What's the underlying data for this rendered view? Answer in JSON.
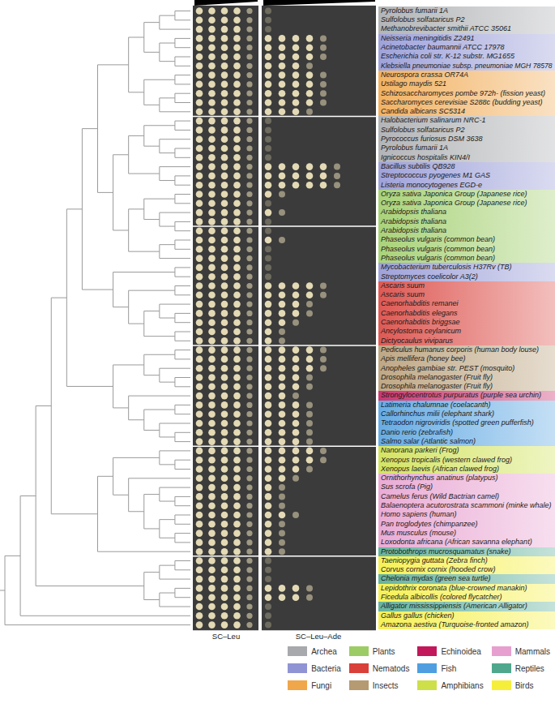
{
  "diagram": {
    "nodes": [
      {
        "text": [
          "Pyrolobus fumarii 1A",
          "Sulfolobus solfataricus P2",
          "Methanobrevibacter smithii ATCC 35061"
        ]
      },
      {
        "text": [
          "Neisseria meningitidis Z2491",
          "Acinetobacter baumannii ATCC 17978",
          "Escherichia coli str. K-12 substr. MG1655",
          "Klebsiella pneumoniae subsp. pneumoniae MGH 78578"
        ]
      },
      {
        "text": [
          "Neurospora crassa OR74A",
          "Ustilago maydis 521",
          "Schizosaccharomyces pombe 972h- (fission yeast)",
          "Saccharomyces cerevisiae S288c (budding yeast)",
          "Candida albicans SC5314"
        ]
      },
      {
        "text": [
          "Halobacterium salinarum NRC-1",
          "Sulfolobus solfataricus P2",
          "Pyrococcus furiosus DSM 3638",
          "Pyrolobus fumarii 1A",
          "Ignicoccus hospitalis KIN4/I"
        ]
      },
      {
        "text": [
          "Bacillus subtilis QB928",
          "Streptococcus pyogenes M1 GAS",
          "Listeria monocytogenes EGD-e"
        ]
      },
      {
        "text": [
          "Oryza sativa Japonica Group (Japanese rice)",
          "Oryza sativa Japonica Group (Japanese rice)",
          "Arabidopsis thaliana",
          "Arabidopsis thaliana",
          "Arabidopsis thaliana",
          "Phaseolus vulgaris (common bean)",
          "Phaseolus vulgaris (common bean)",
          "Phaseolus vulgaris (common bean)"
        ]
      },
      {
        "text": [
          "Mycobacterium tuberculosis H37Rv (TB)",
          "Streptomyces coelicolor A3(2)"
        ]
      },
      {
        "text": [
          "Ascaris suum",
          "Ascaris suum",
          "Caenorhabditis remanei",
          "Caenorhabditis elegans",
          "Caenorhabditis briggsae",
          "Ancylostoma ceylanicum",
          "Dictyocaulus viviparus"
        ]
      },
      {
        "text": [
          "Pediculus humanus corporis (human body louse)",
          "Apis mellifera (honey bee)",
          "Anopheles gambiae str. PEST (mosquito)",
          "Drosophila melanogaster (Fruit fly)",
          "Drosophila melanogaster (Fruit fly)"
        ]
      },
      {
        "text": [
          "Strongylocentrotus purpuratus (purple sea urchin)"
        ]
      },
      {
        "text": [
          "Latimeria chalumnae (coelacanth)",
          "Callorhinchus milii (elephant shark)",
          "Tetraodon nigroviridis (spotted green pufferfish)",
          "Danio rerio (zebrafish)",
          "Salmo salar (Atlantic salmon)"
        ]
      },
      {
        "text": [
          "Nanorana parkeri (Frog)",
          "Xenopus tropicalis (western clawed frog)",
          "Xenopus laevis (African clawed frog)"
        ]
      },
      {
        "text": [
          "Ornithorhynchus anatinus (platypus)",
          "Sus scrofa (Pig)",
          "Camelus ferus (Wild Bactrian camel)",
          "Balaenoptera acutorostrata scammoni (minke whale)",
          "Homo sapiens (human)",
          "Pan troglodytes (chimpanzee)",
          "Mus musculus (mouse)",
          "Loxodonta africana (African savanna elephant)"
        ]
      },
      {
        "text": [
          "Protobothrops mucrosquamatus (snake)"
        ]
      },
      {
        "text": [
          "Taeniopygia guttata (Zebra finch)",
          "Corvus cornix cornix (hooded crow)"
        ]
      },
      {
        "text": [
          "Chelonia mydas (green sea turtle)"
        ]
      },
      {
        "text": [
          "Lepidothrix coronata (blue-crowned manakin)",
          "Ficedula albicollis (colored flycatcher)"
        ]
      },
      {
        "text": [
          "Alligator mississippiensis (American Alligator)"
        ]
      },
      {
        "text": [
          "Gallus gallus (chicken)",
          "Amazona aestiva (Turquoise-fronted amazon)"
        ]
      }
    ],
    "labels": [
      "SC–Leu",
      "SC–Leu–Ade"
    ],
    "legend": [
      {
        "text": "Archea",
        "color": "#a7a9ac"
      },
      {
        "text": "Plants",
        "color": "#9ccc65"
      },
      {
        "text": "Echinoidea",
        "color": "#c2185b"
      },
      {
        "text": "Mammals",
        "color": "#e79fcf"
      },
      {
        "text": "Bacteria",
        "color": "#9094d4"
      },
      {
        "text": "Nematods",
        "color": "#d9403a"
      },
      {
        "text": "Fish",
        "color": "#4f9fe0"
      },
      {
        "text": "Reptiles",
        "color": "#4fa88e"
      },
      {
        "text": "Fungi",
        "color": "#f0a64a"
      },
      {
        "text": "Insects",
        "color": "#b59a72"
      },
      {
        "text": "Amphibians",
        "color": "#cde04a"
      },
      {
        "text": "Birds",
        "color": "#f5ef3c"
      }
    ]
  }
}
